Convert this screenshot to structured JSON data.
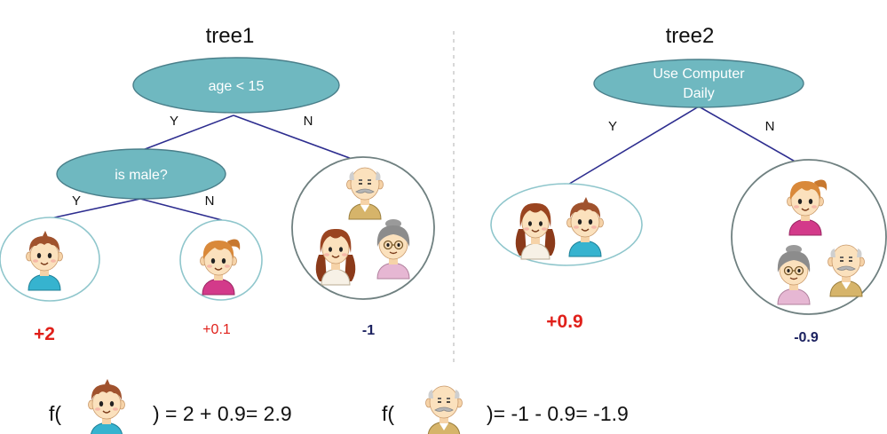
{
  "colors": {
    "node_fill": "#6fb8c0",
    "node_stroke": "#4a7f8a",
    "edge": "#2d2d8f",
    "leaf_stroke_blue": "#8fc6cc",
    "leaf_stroke_gray": "#6f8080",
    "score_red": "#e0201a",
    "score_navy": "#1c2260",
    "divider": "#b0b0b0"
  },
  "tree1": {
    "title": "tree1",
    "root": "age < 15",
    "inner": "is male?",
    "root_yes": "Y",
    "root_no": "N",
    "inner_yes": "Y",
    "inner_no": "N",
    "scores": [
      "+2",
      "+0.1",
      "-1"
    ]
  },
  "tree2": {
    "title": "tree2",
    "root_line1": "Use Computer",
    "root_line2": "Daily",
    "yes": "Y",
    "no": "N",
    "scores": [
      "+0.9",
      "-0.9"
    ]
  },
  "formulas": {
    "boy_prefix": "f(",
    "boy_result": ") = 2 + 0.9= 2.9",
    "grandpa_prefix": "f(",
    "grandpa_result": ")= -1 - 0.9= -1.9"
  }
}
